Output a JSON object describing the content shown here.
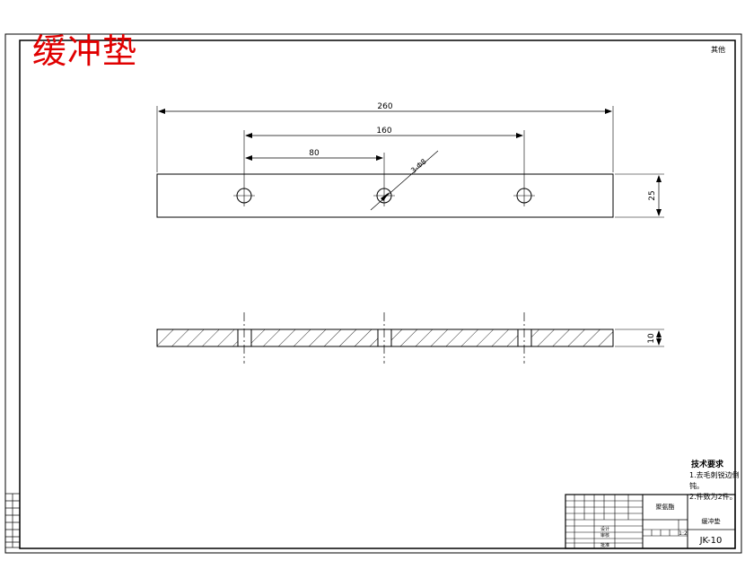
{
  "title": "缓冲垫",
  "corner_note": "其他",
  "dimensions": {
    "overall_length": "260",
    "outer_hole_spacing": "160",
    "inner_hole_spacing": "80",
    "hole_note": "3-Φ8",
    "plate_width": "25",
    "plate_thickness": "10"
  },
  "technical_requirements": {
    "heading": "技术要求",
    "items": [
      "1.去毛刺锐边倒钝。",
      "2.件数为2件。"
    ]
  },
  "title_block": {
    "material": "聚氨酯",
    "drawing_name": "缓冲垫",
    "scale": "1:2",
    "drawing_number": "JK-10",
    "designed": "设计",
    "checked": "审核",
    "approved": "批准"
  },
  "colors": {
    "title": "#e00000",
    "line": "#000000"
  }
}
